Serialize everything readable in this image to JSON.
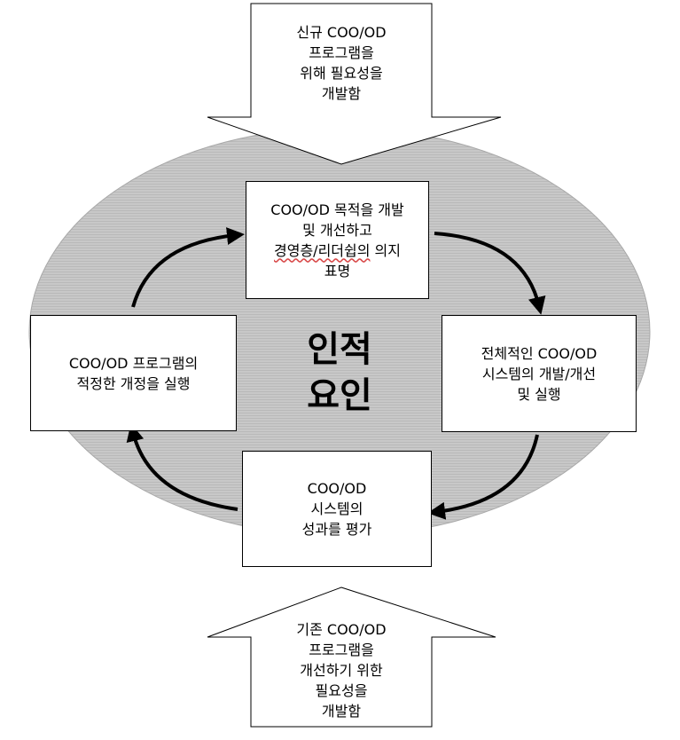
{
  "diagram": {
    "center_label": "인적\n요인",
    "top_input": "신규 COO/OD\n프로그램을\n위해 필요성을\n개발함",
    "bottom_input": "기존 COO/OD\n프로그램을\n개선하기 위한\n필요성을\n개발함",
    "steps": {
      "top": {
        "line1": "COO/OD 목적을 개발\n및 개선하고\n",
        "wavy": "경영층/리더쉽의",
        "line2": " 의지\n표명"
      },
      "right": "전체적인 COO/OD\n시스템의 개발/개선\n및 실행",
      "bottom": "COO/OD\n시스템의\n성과를 평가",
      "left": "COO/OD 프로그램의\n적정한 개정을 실행"
    }
  }
}
